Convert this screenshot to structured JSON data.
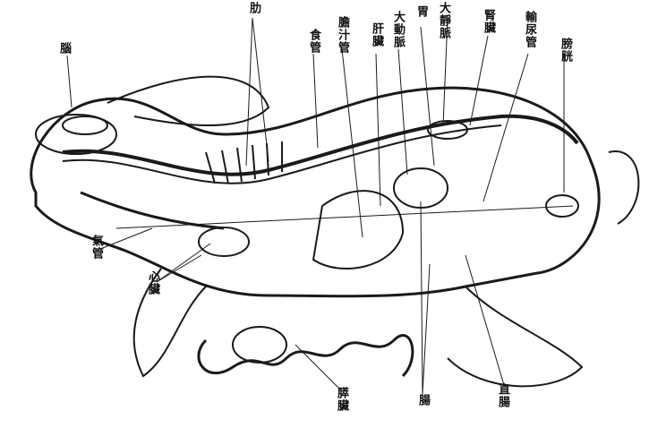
{
  "labels": {
    "brain": "腦",
    "ribs": "肋",
    "esophagus": "食管",
    "bile_duct": "膽汁管",
    "liver": "肝臟",
    "stomach": "胃",
    "aorta": "大動脈",
    "vena_cava": "大靜脈",
    "kidney": "腎臟",
    "ureter": "輸尿管",
    "bladder": "膀胱",
    "trachea": "氣管",
    "heart": "心臟",
    "pancreas": "膵臟",
    "intestine": "腸",
    "rectum": "直腸"
  }
}
